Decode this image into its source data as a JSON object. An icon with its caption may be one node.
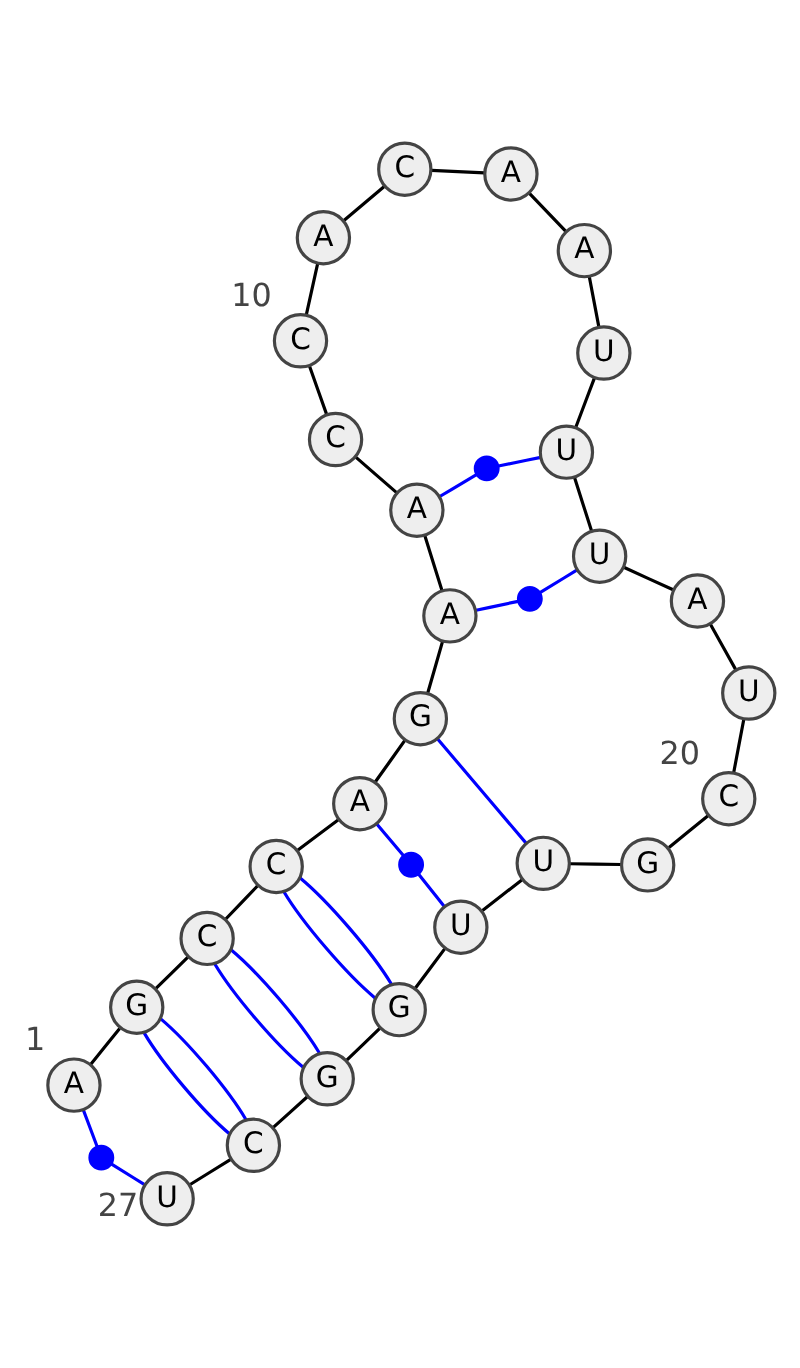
{
  "diagram": {
    "nodes": [
      {
        "text": [
          "A"
        ],
        "beside": [
          "1"
        ]
      },
      {
        "text": [
          "G"
        ]
      },
      {
        "text": [
          "C"
        ]
      },
      {
        "text": [
          "C"
        ]
      },
      {
        "text": [
          "A"
        ]
      },
      {
        "text": [
          "G"
        ]
      },
      {
        "text": [
          "A"
        ]
      },
      {
        "text": [
          "A"
        ]
      },
      {
        "text": [
          "C"
        ]
      },
      {
        "text": [
          "C"
        ],
        "beside": [
          "10"
        ]
      },
      {
        "text": [
          "A"
        ]
      },
      {
        "text": [
          "C"
        ]
      },
      {
        "text": [
          "A"
        ]
      },
      {
        "text": [
          "A"
        ]
      },
      {
        "text": [
          "U"
        ]
      },
      {
        "text": [
          "U"
        ]
      },
      {
        "text": [
          "U"
        ]
      },
      {
        "text": [
          "A"
        ]
      },
      {
        "text": [
          "U"
        ]
      },
      {
        "text": [
          "C"
        ],
        "beside": [
          "20"
        ]
      },
      {
        "text": [
          "G"
        ]
      },
      {
        "text": [
          "U"
        ]
      },
      {
        "text": [
          "U"
        ]
      },
      {
        "text": [
          "G"
        ]
      },
      {
        "text": [
          "G"
        ]
      },
      {
        "text": [
          "C"
        ]
      },
      {
        "text": [
          "U"
        ],
        "beside": [
          "27"
        ]
      },
      {
        "text": [],
        "shape": "circle"
      },
      {
        "text": [],
        "shape": "circle"
      },
      {
        "text": [],
        "shape": "circle"
      },
      {
        "text": [],
        "shape": "circle"
      }
    ],
    "edges": [
      {
        "from": 0,
        "to": 1,
        "arrow": "none"
      },
      {
        "from": 1,
        "to": 2,
        "arrow": "none"
      },
      {
        "from": 2,
        "to": 3,
        "arrow": "none"
      },
      {
        "from": 3,
        "to": 4,
        "arrow": "none"
      },
      {
        "from": 4,
        "to": 5,
        "arrow": "none"
      },
      {
        "from": 5,
        "to": 6,
        "arrow": "none"
      },
      {
        "from": 6,
        "to": 7,
        "arrow": "none"
      },
      {
        "from": 7,
        "to": 8,
        "arrow": "none"
      },
      {
        "from": 8,
        "to": 9,
        "arrow": "none"
      },
      {
        "from": 9,
        "to": 10,
        "arrow": "none"
      },
      {
        "from": 10,
        "to": 11,
        "arrow": "none"
      },
      {
        "from": 11,
        "to": 12,
        "arrow": "none"
      },
      {
        "from": 12,
        "to": 13,
        "arrow": "none"
      },
      {
        "from": 13,
        "to": 14,
        "arrow": "none"
      },
      {
        "from": 14,
        "to": 15,
        "arrow": "none"
      },
      {
        "from": 15,
        "to": 16,
        "arrow": "none"
      },
      {
        "from": 16,
        "to": 17,
        "arrow": "none"
      },
      {
        "from": 17,
        "to": 18,
        "arrow": "none"
      },
      {
        "from": 18,
        "to": 19,
        "arrow": "none"
      },
      {
        "from": 19,
        "to": 20,
        "arrow": "none"
      },
      {
        "from": 20,
        "to": 21,
        "arrow": "none"
      },
      {
        "from": 21,
        "to": 22,
        "arrow": "none"
      },
      {
        "from": 22,
        "to": 23,
        "arrow": "none"
      },
      {
        "from": 23,
        "to": 24,
        "arrow": "none"
      },
      {
        "from": 24,
        "to": 25,
        "arrow": "none"
      },
      {
        "from": 25,
        "to": 26,
        "arrow": "none"
      },
      {
        "from": 7,
        "to": 27,
        "arrow": "none",
        "color": "#0000ff"
      },
      {
        "from": 27,
        "to": 15,
        "arrow": "none",
        "color": "#0000ff"
      },
      {
        "from": 6,
        "to": 28,
        "arrow": "none",
        "color": "#0000ff"
      },
      {
        "from": 28,
        "to": 16,
        "arrow": "none",
        "color": "#0000ff"
      },
      {
        "from": 5,
        "to": 21,
        "arrow": "none",
        "color": "#0000ff"
      },
      {
        "from": 4,
        "to": 29,
        "arrow": "none",
        "color": "#0000ff"
      },
      {
        "from": 29,
        "to": 22,
        "arrow": "none",
        "color": "#0000ff"
      },
      {
        "from": 3,
        "to": 23,
        "arrow": "none",
        "color": "#0000ff"
      },
      {
        "from": 3,
        "to": 23,
        "arrow": "none",
        "color": "#0000ff"
      },
      {
        "from": 2,
        "to": 24,
        "arrow": "none",
        "color": "#0000ff"
      },
      {
        "from": 2,
        "to": 24,
        "arrow": "none",
        "color": "#0000ff"
      },
      {
        "from": 1,
        "to": 25,
        "arrow": "none",
        "color": "#0000ff"
      },
      {
        "from": 1,
        "to": 25,
        "arrow": "none",
        "color": "#0000ff"
      },
      {
        "from": 0,
        "to": 30,
        "arrow": "none",
        "color": "#0000ff"
      },
      {
        "from": 30,
        "to": 26,
        "arrow": "none",
        "color": "#0000ff"
      }
    ]
  }
}
